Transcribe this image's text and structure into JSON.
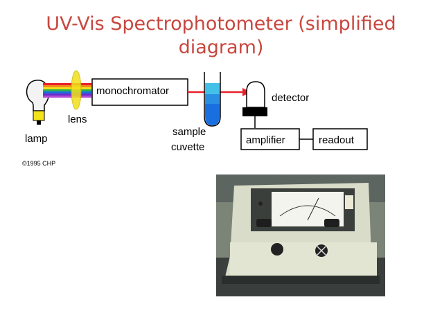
{
  "title": {
    "line1": "UV-Vis Spectrophotometer (simplified",
    "line2": "diagram)"
  },
  "labels": {
    "monochromator": "monochromator",
    "detector": "detector",
    "lens": "lens",
    "lamp": "lamp",
    "sample": "sample",
    "cuvette": "cuvette",
    "amplifier": "amplifier",
    "readout": "readout",
    "copyright": "©1995 CHP"
  },
  "colors": {
    "title": "#c8473f",
    "beam_red": "#e8202a",
    "lens_yellow": "#f2e01a",
    "cuvette_blue": "#1a6fe0"
  },
  "photo": {
    "description_icon": "spectrophotometer-photo"
  }
}
